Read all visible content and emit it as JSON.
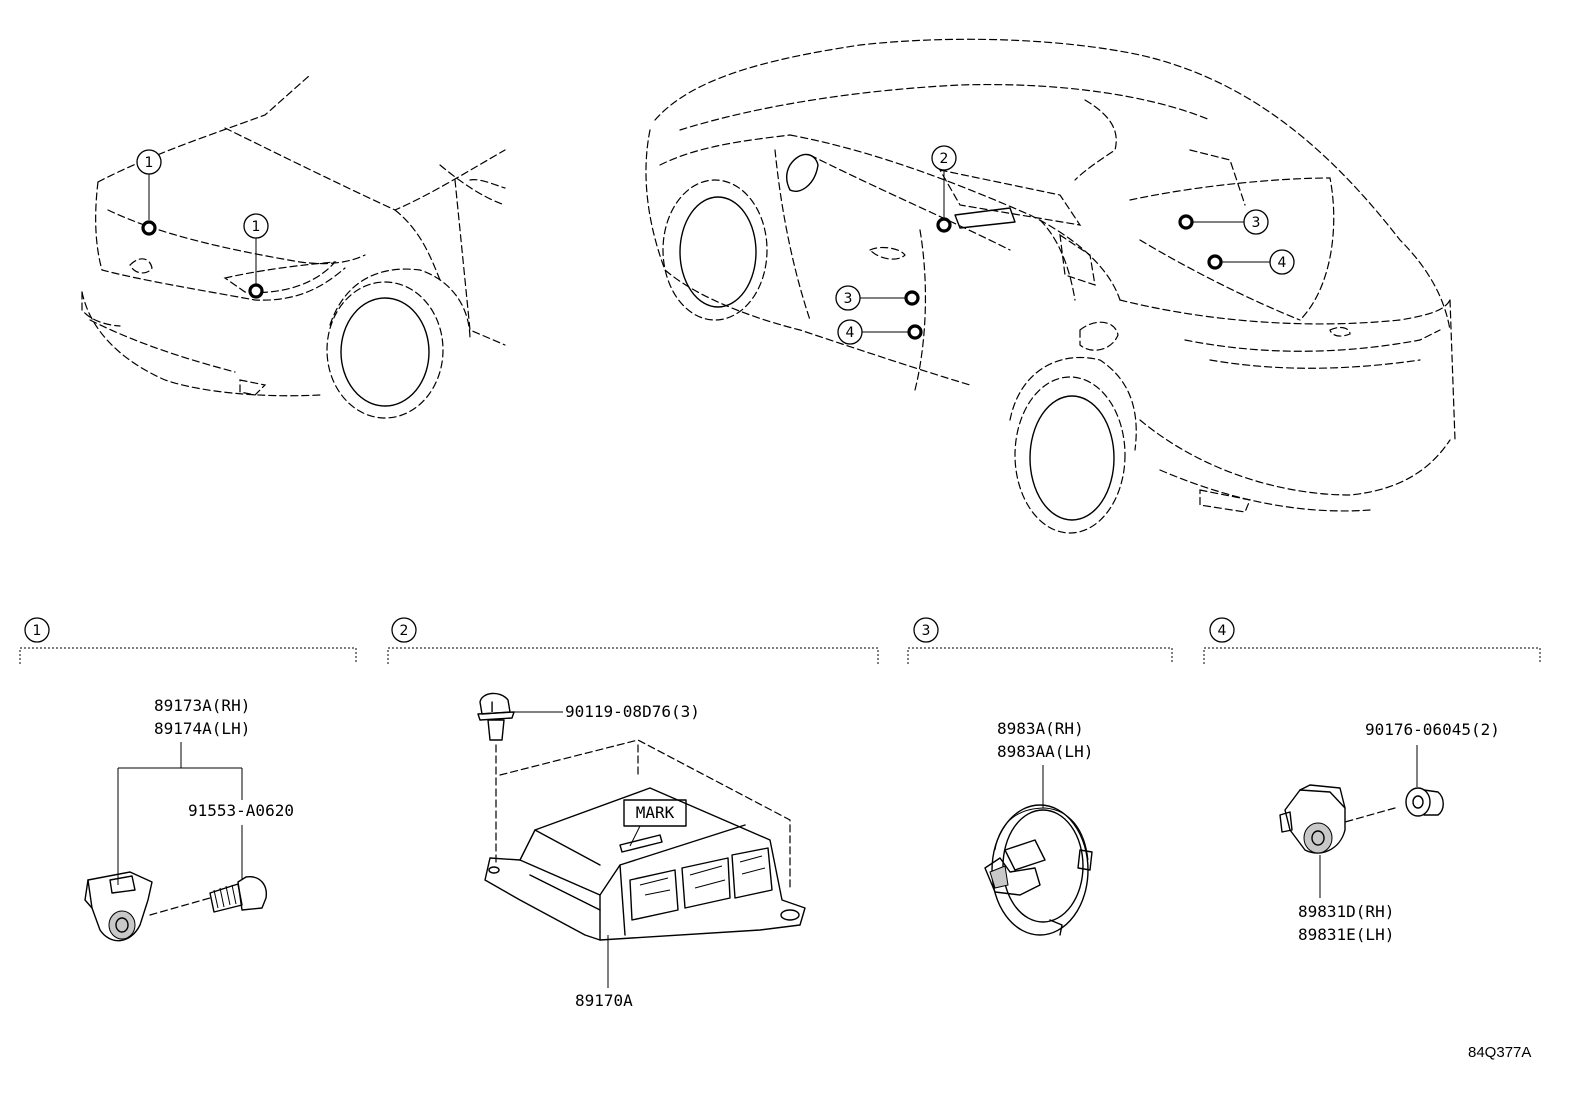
{
  "callouts": {
    "c1": "1",
    "c2": "2",
    "c3": "3",
    "c4": "4"
  },
  "sections": [
    {
      "id": "1",
      "parts": [
        "89173A(RH)",
        "89174A(LH)",
        "91553-A0620"
      ]
    },
    {
      "id": "2",
      "parts": [
        "90119-08D76(3)",
        "MARK",
        "89170A"
      ]
    },
    {
      "id": "3",
      "parts": [
        "8983A(RH)",
        "8983AA(LH)"
      ]
    },
    {
      "id": "4",
      "parts": [
        "90176-06045(2)",
        "89831D(RH)",
        "89831E(LH)"
      ]
    }
  ],
  "diagram_ref": "84Q377A"
}
